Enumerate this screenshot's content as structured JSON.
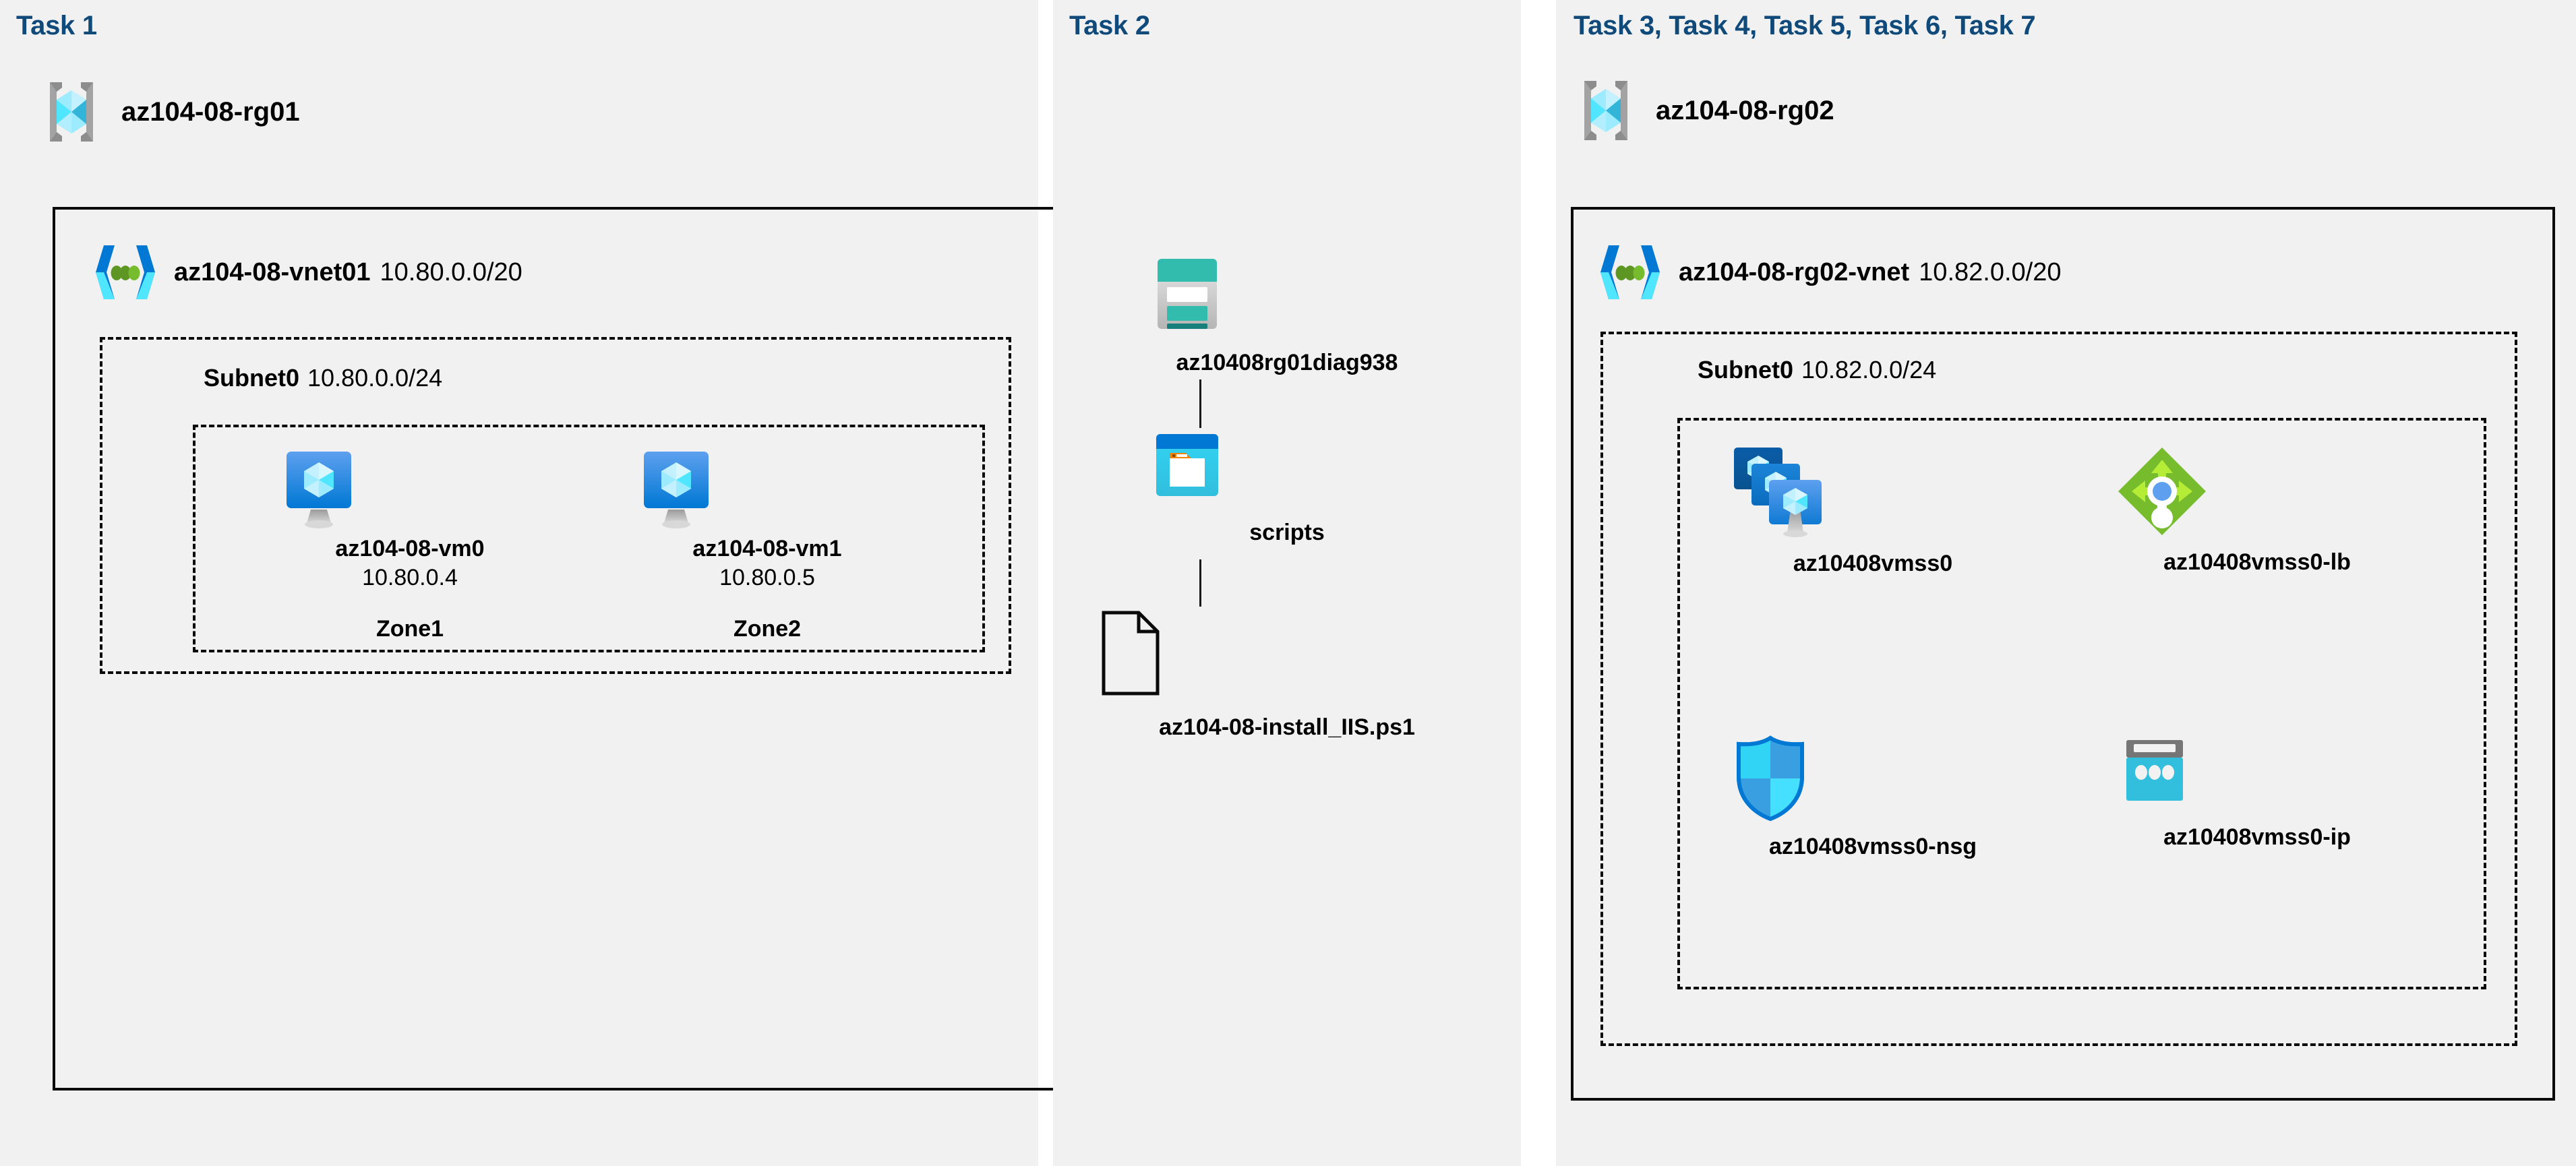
{
  "panels": {
    "task1": {
      "title": "Task 1"
    },
    "task2": {
      "title": "Task 2"
    },
    "task3": {
      "title": "Task 3, Task 4, Task 5, Task 6, Task 7"
    }
  },
  "left": {
    "resource_group": {
      "name": "az104-08-rg01",
      "icon": "resource-group-icon"
    },
    "vnet": {
      "name": "az104-08-vnet01",
      "cidr": "10.80.0.0/20",
      "icon": "virtual-network-icon"
    },
    "subnet": {
      "name": "Subnet0",
      "cidr": "10.80.0.0/24"
    },
    "vms": [
      {
        "name": "az104-08-vm0",
        "ip": "10.80.0.4",
        "zone": "Zone1",
        "icon": "virtual-machine-icon"
      },
      {
        "name": "az104-08-vm1",
        "ip": "10.80.0.5",
        "zone": "Zone2",
        "icon": "virtual-machine-icon"
      }
    ]
  },
  "middle": {
    "storage_account": {
      "name": "az10408rg01diag938",
      "icon": "storage-account-icon"
    },
    "container": {
      "name": "scripts",
      "icon": "blob-container-icon"
    },
    "file": {
      "name": "az104-08-install_IIS.ps1",
      "icon": "file-icon"
    }
  },
  "right": {
    "resource_group": {
      "name": "az104-08-rg02",
      "icon": "resource-group-icon"
    },
    "vnet": {
      "name": "az104-08-rg02-vnet",
      "cidr": "10.82.0.0/20",
      "icon": "virtual-network-icon"
    },
    "subnet": {
      "name": "Subnet0",
      "cidr": "10.82.0.0/24"
    },
    "resources": [
      {
        "name": "az10408vmss0",
        "icon": "vm-scale-set-icon"
      },
      {
        "name": "az10408vmss0-lb",
        "icon": "load-balancer-icon"
      },
      {
        "name": "az10408vmss0-nsg",
        "icon": "network-security-group-icon"
      },
      {
        "name": "az10408vmss0-ip",
        "icon": "public-ip-address-icon"
      }
    ]
  },
  "colors": {
    "task_title": "#0f4a7b",
    "panel_background": "#f1f1f1",
    "page_background": "#ffffff",
    "border": "#0a0a0a",
    "azure_blue": "#0078d4",
    "azure_cyan": "#50e6ff",
    "storage_teal": "#32bcad",
    "load_balancer_green": "#76bc2d",
    "nsg_blue": "#32bfff"
  }
}
